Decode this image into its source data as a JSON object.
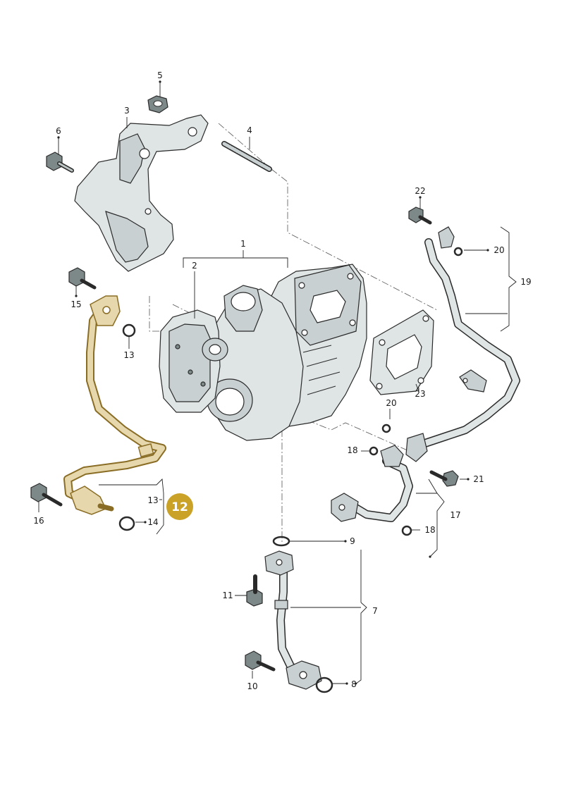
{
  "diagram": {
    "highlight_color": "#c9a227",
    "highlighted_part": "12",
    "callouts": [
      {
        "id": "c1",
        "text": "1"
      },
      {
        "id": "c2",
        "text": "2"
      },
      {
        "id": "c3",
        "text": "3"
      },
      {
        "id": "c4",
        "text": "4"
      },
      {
        "id": "c5",
        "text": "5"
      },
      {
        "id": "c6",
        "text": "6"
      },
      {
        "id": "c7",
        "text": "7"
      },
      {
        "id": "c8",
        "text": "8"
      },
      {
        "id": "c9",
        "text": "9"
      },
      {
        "id": "c10",
        "text": "10"
      },
      {
        "id": "c11",
        "text": "11"
      },
      {
        "id": "c12",
        "text": "12"
      },
      {
        "id": "c13a",
        "text": "13"
      },
      {
        "id": "c13b",
        "text": "13"
      },
      {
        "id": "c14",
        "text": "14"
      },
      {
        "id": "c15",
        "text": "15"
      },
      {
        "id": "c16",
        "text": "16"
      },
      {
        "id": "c17",
        "text": "17"
      },
      {
        "id": "c18a",
        "text": "18"
      },
      {
        "id": "c18b",
        "text": "18"
      },
      {
        "id": "c19",
        "text": "19"
      },
      {
        "id": "c20a",
        "text": "20"
      },
      {
        "id": "c20b",
        "text": "20"
      },
      {
        "id": "c21",
        "text": "21"
      },
      {
        "id": "c22",
        "text": "22"
      },
      {
        "id": "c23",
        "text": "23"
      }
    ]
  }
}
